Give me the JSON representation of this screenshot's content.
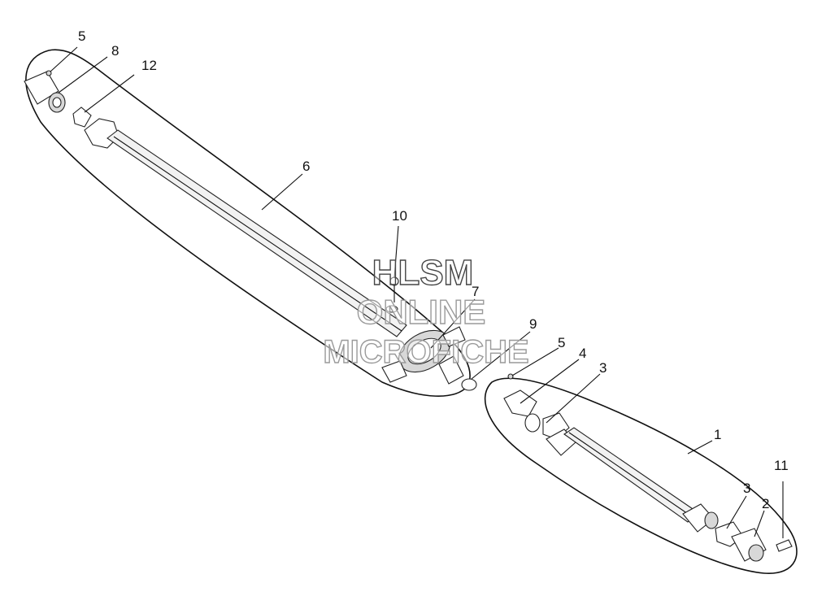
{
  "watermark": {
    "line1": "HLSM",
    "line2": "ONLINE",
    "line3": "MICROFICHE"
  },
  "callouts": {
    "c5_top": "5",
    "c8": "8",
    "c12": "12",
    "c6": "6",
    "c10": "10",
    "c7": "7",
    "c9": "9",
    "c5_mid": "5",
    "c4": "4",
    "c3_mid": "3",
    "c1": "1",
    "c11": "11",
    "c3_low": "3",
    "c2": "2"
  }
}
